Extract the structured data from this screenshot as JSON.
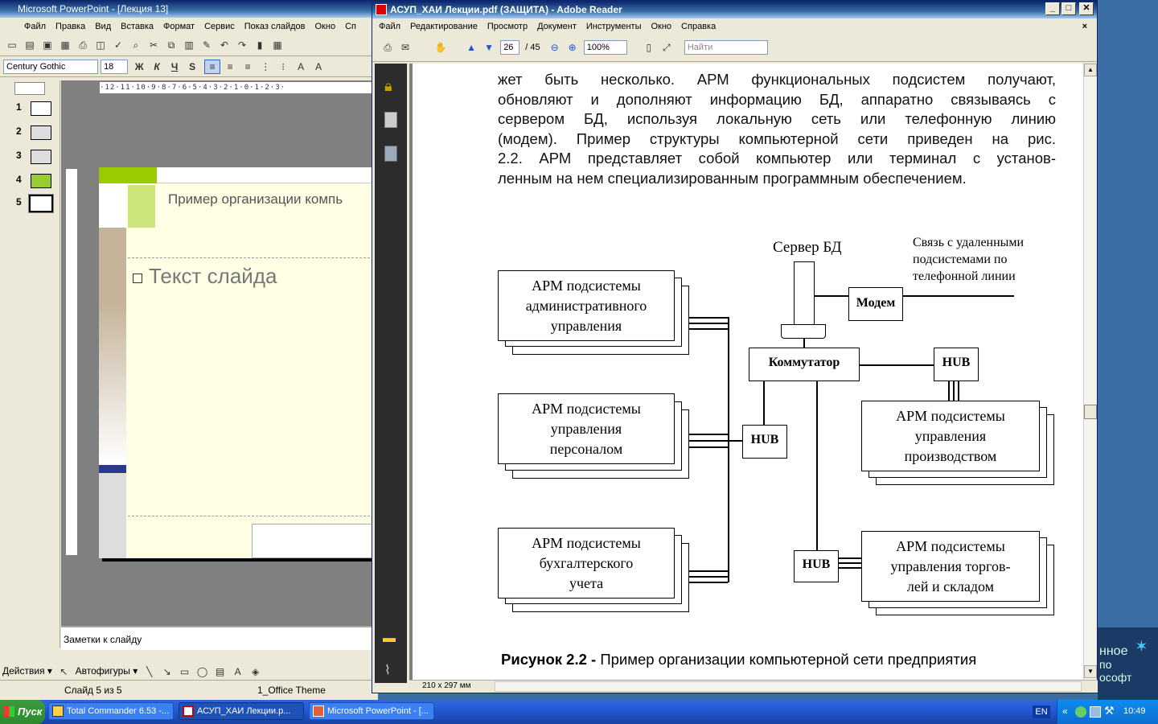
{
  "ppt": {
    "title": "Microsoft PowerPoint - [Лекция 13]",
    "menu": [
      "Файл",
      "Правка",
      "Вид",
      "Вставка",
      "Формат",
      "Сервис",
      "Показ слайдов",
      "Окно",
      "Сп"
    ],
    "font": "Century Gothic",
    "size": "18",
    "thumbs": [
      "1",
      "2",
      "3",
      "4",
      "5"
    ],
    "slide_title": "Пример организации компь",
    "slide_text": "Текст слайда",
    "notes": "Заметки к слайду",
    "actions": "Действия ▾",
    "autoshapes": "Автофигуры ▾",
    "status_slide": "Слайд 5 из 5",
    "status_theme": "1_Office Theme",
    "ruler_top": "·12·11·10·9·8·7·6·5·4·3·2·1·0·1·2·3·",
    "format_buttons": [
      "Ж",
      "К",
      "Ч",
      "S"
    ],
    "accent": "#99cc00"
  },
  "reader": {
    "title": "АСУП_ХАИ Лекции.pdf (ЗАЩИТА) - Adobe Reader",
    "menu": [
      "Файл",
      "Редактирование",
      "Просмотр",
      "Документ",
      "Инструменты",
      "Окно",
      "Справка"
    ],
    "page": "26",
    "total": "/ 45",
    "zoom": "100%",
    "find_placeholder": "Найти",
    "status": "210 x 297 мм",
    "paragraph": [
      "жет быть несколько. АРМ функциональных подсистем получают,",
      "обновляют и дополняют информацию БД, аппаратно связываясь с",
      "сервером БД, используя локальную сеть или телефонную линию",
      "(модем). Пример структуры компьютерной сети приведен на рис.",
      "2.2. АРМ представляет собой компьютер или терминал с установ-",
      "ленным на нем специализированным программным обеспечением."
    ],
    "diagram": {
      "server": "Сервер БД",
      "remote": [
        "Связь с удаленными",
        "подсистемами по",
        "телефонной линии"
      ],
      "modem": "Модем",
      "switch": "Коммутатор",
      "hub": "HUB",
      "arm_admin": [
        "АРМ подсистемы",
        "административного",
        "управления"
      ],
      "arm_staff": [
        "АРМ подсистемы",
        "управления",
        "персоналом"
      ],
      "arm_acc": [
        "АРМ подсистемы",
        "бухгалтерского",
        "учета"
      ],
      "arm_prod": [
        "АРМ подсистемы",
        "управления",
        "производством"
      ],
      "arm_trade": [
        "АРМ подсистемы",
        "управления торгов-",
        "лей и складом"
      ]
    },
    "caption_bold": "Рисунок 2.2 -",
    "caption": " Пример организации компьютерной сети предприятия"
  },
  "taskbar": {
    "start": "Пуск",
    "items": [
      "Total Commander 6.53 -...",
      "АСУП_ХАИ Лекции.р...",
      "Microsoft PowerPoint - [..."
    ],
    "lang": "EN",
    "time": "10:49"
  },
  "desktop": {
    "logo": [
      "нное",
      "по",
      "ософт"
    ]
  }
}
